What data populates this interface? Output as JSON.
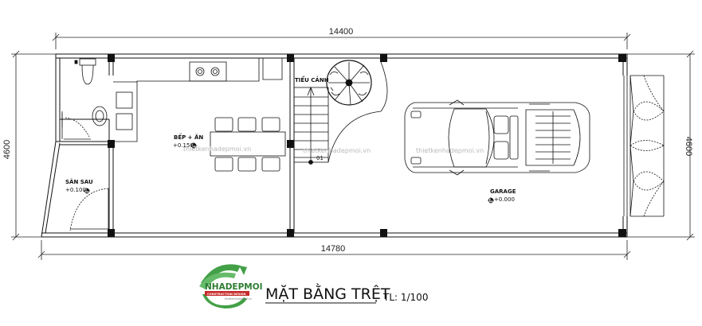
{
  "dimensions": {
    "top_length": "14400",
    "bottom_length": "14780",
    "left_width": "4600",
    "right_width": "4600"
  },
  "rooms": {
    "kitchen_dining": {
      "label": "BẾP + ĂN",
      "level": "+0.150"
    },
    "back_yard": {
      "label": "SÂN SAU",
      "level": "+0.100"
    },
    "garage": {
      "label": "GARAGE",
      "level": "+0.000"
    },
    "mini_garden": {
      "label": "TIỂU CẢNH"
    }
  },
  "stair": {
    "step_label": "01"
  },
  "watermarks": [
    "thietkenhadepmoi.vn",
    "thietkenhadepmoi.vn",
    "thietkenhadepmoi.vn"
  ],
  "drawing": {
    "title": "MẶT BẰNG TRỆT",
    "scale": "TL: 1/100"
  },
  "logo": {
    "name": "NHADEPMOI",
    "tagline": "CONSTRUCTION DESIGN",
    "small_text": "thietkenhadepmoi.vn"
  },
  "colors": {
    "line": "#111111",
    "logo_green": "#2e7d32",
    "logo_red": "#c62828",
    "watermark": "#b8b8b8"
  }
}
